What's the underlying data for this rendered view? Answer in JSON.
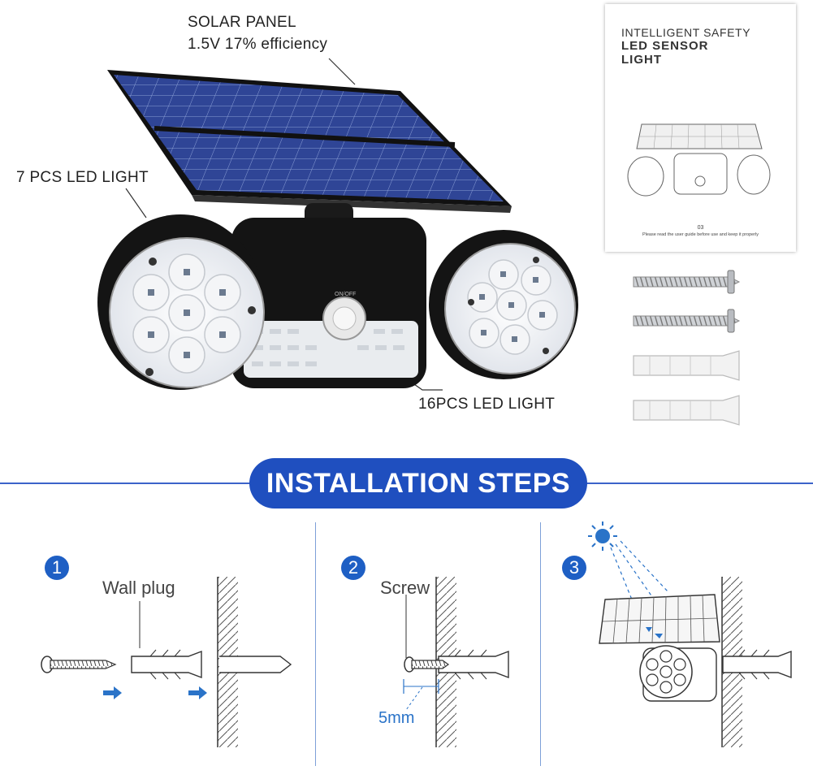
{
  "callouts": {
    "solar_panel_title": "SOLAR PANEL",
    "solar_panel_spec": "1.5V 17% efficiency",
    "left_led": "7 PCS LED LIGHT",
    "bottom_led": "16PCS LED LIGHT"
  },
  "device": {
    "switch_label": "ON/OFF"
  },
  "manual": {
    "line1": "INTELLIGENT SAFETY",
    "line2": "LED SENSOR",
    "line3": "LIGHT",
    "page_number": "03",
    "footer_note": "Please read the user guide before use and keep it properly"
  },
  "installation": {
    "banner_title": "INSTALLATION STEPS",
    "steps": [
      {
        "number": "1",
        "label": "Wall plug"
      },
      {
        "number": "2",
        "label": "Screw",
        "measure": "5mm"
      },
      {
        "number": "3",
        "label": ""
      }
    ]
  },
  "colors": {
    "banner_blue": "#1f4fbf",
    "step_blue": "#1e5fc4",
    "arrow_blue": "#2a73c8",
    "panel_blue": "#2c3f8a"
  }
}
